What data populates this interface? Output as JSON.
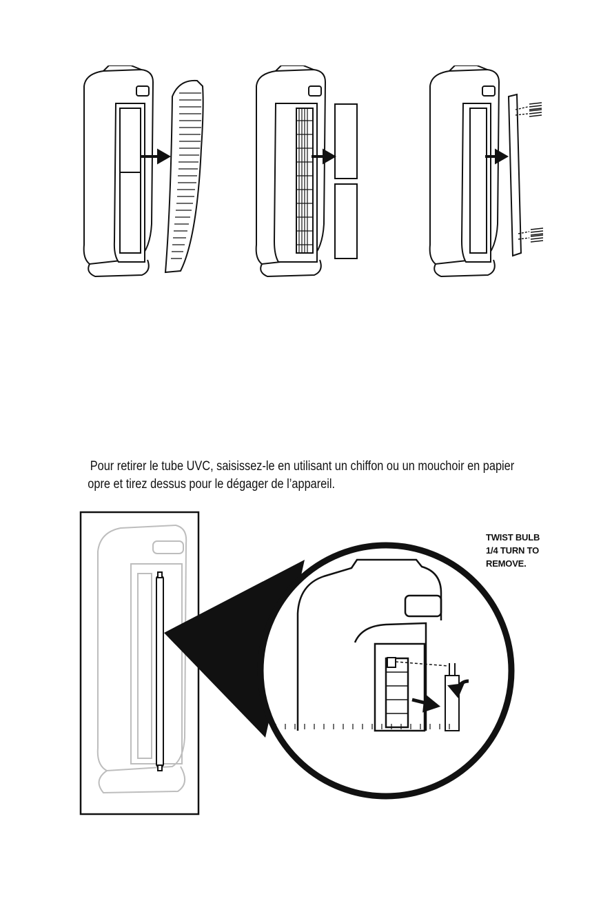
{
  "caption": {
    "line1": "Pour retirer le tube UVC, saisissez-le en utilisant un chiffon ou un mouchoir en papier",
    "line2": "opre et tirez dessus pour le dégager de l’appareil."
  },
  "callout": {
    "line1": "TWIST BULB",
    "line2": "1/4 TURN TO",
    "line3": "REMOVE."
  }
}
